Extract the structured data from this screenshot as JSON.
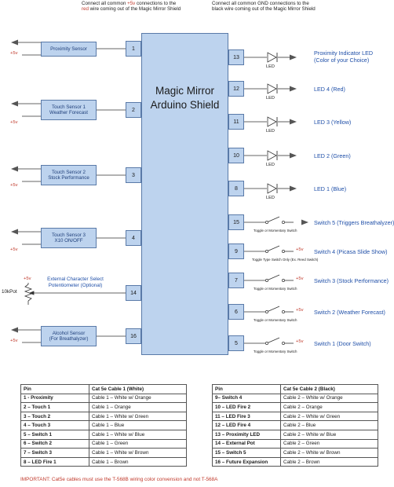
{
  "notes": {
    "left_line1_pre": "Connect all common ",
    "left_line1_red": "+5v",
    "left_line1_post": " connections to the",
    "left_line2_red": "red",
    "left_line2_post": " wire coming out of the Magic Mirror Shield",
    "right_line1": "Connect all common GND connections to the",
    "right_line2": "black wire coming out of the Magic Mirror Shield"
  },
  "shield": {
    "title_line1": "Magic Mirror",
    "title_line2": "Arduino Shield"
  },
  "left_pins": [
    "1",
    "2",
    "3",
    "4",
    "14",
    "16"
  ],
  "right_pins": [
    "13",
    "12",
    "11",
    "10",
    "8",
    "15",
    "9",
    "7",
    "6",
    "5"
  ],
  "left_devices": {
    "proximity": "Proximity Sensor",
    "touch1_l1": "Touch Sensor 1",
    "touch1_l2": "Weather Forecast",
    "touch2_l1": "Touch Sensor 2",
    "touch2_l2": "Stock Performance",
    "touch3_l1": "Touch Sensor 3",
    "touch3_l2": "X10 ON/OFF",
    "ext_l1": "External Character Select",
    "ext_l2": "Potentiometer (Optional)",
    "pot": "10kPot",
    "alcohol_l1": "Alcohol Sensor",
    "alcohol_l2": "(For Breathalyzer)"
  },
  "plus5v": "+5v",
  "led_label": "LED",
  "right_labels": {
    "l13_1": "Proximity Indicator LED",
    "l13_2": "(Color of your Choice)",
    "l12": "LED 4 (Red)",
    "l11": "LED 3 (Yellow)",
    "l10": "LED 2 (Green)",
    "l8": "LED 1 (Blue)",
    "s15": "Switch 5 (Triggers Breathalyzer)",
    "s9": "Switch 4 (Picasa Slide Show)",
    "s7": "Switch 3 (Stock Performance)",
    "s6": "Switch 2 (Weather Forecast)",
    "s5": "Switch 1 (Door Switch)"
  },
  "switch_notes": {
    "toggle": "Toggle or Momentary Switch",
    "reed": "Toggle Type Switch Only (Ex. Reed Switch)"
  },
  "table1": {
    "headers": [
      "Pin",
      "Cat 5e Cable 1 (White)"
    ],
    "rows": [
      [
        "1 - Proximity",
        "Cable 1 – White w/ Orange"
      ],
      [
        "2 – Touch 1",
        "Cable 1 – Orange"
      ],
      [
        "3 – Touch 2",
        "Cable 1 – White w/ Green"
      ],
      [
        "4 – Touch 3",
        "Cable 1 – Blue"
      ],
      [
        "5 – Switch 1",
        "Cable 1 – White w/ Blue"
      ],
      [
        "6 – Switch 2",
        "Cable 1 – Green"
      ],
      [
        "7 – Switch 3",
        "Cable 1 – White w/ Brown"
      ],
      [
        "8 – LED Fire 1",
        "Cable 1 – Brown"
      ]
    ]
  },
  "table2": {
    "headers": [
      "Pin",
      "Cat 5e Cable 2 (Black)"
    ],
    "rows": [
      [
        "9– Switch 4",
        "Cable 2 – White w/ Orange"
      ],
      [
        "10 – LED Fire 2",
        "Cable 2 – Orange"
      ],
      [
        "11 – LED Fire 3",
        "Cable 2 – White w/ Green"
      ],
      [
        "12 – LED Fire 4",
        "Cable 2 – Blue"
      ],
      [
        "13 – Proximity LED",
        "Cable 2 – White w/ Blue"
      ],
      [
        "14 – External Pot",
        "Cable 2 – Green"
      ],
      [
        "15 – Switch 5",
        "Cable 2 – White w/ Brown"
      ],
      [
        "16 – Future Expansion",
        "Cable 2 – Brown"
      ]
    ]
  },
  "important": "IMPORTANT: Cat5e cables must use the T-568B wiring color convension and not T-568A"
}
